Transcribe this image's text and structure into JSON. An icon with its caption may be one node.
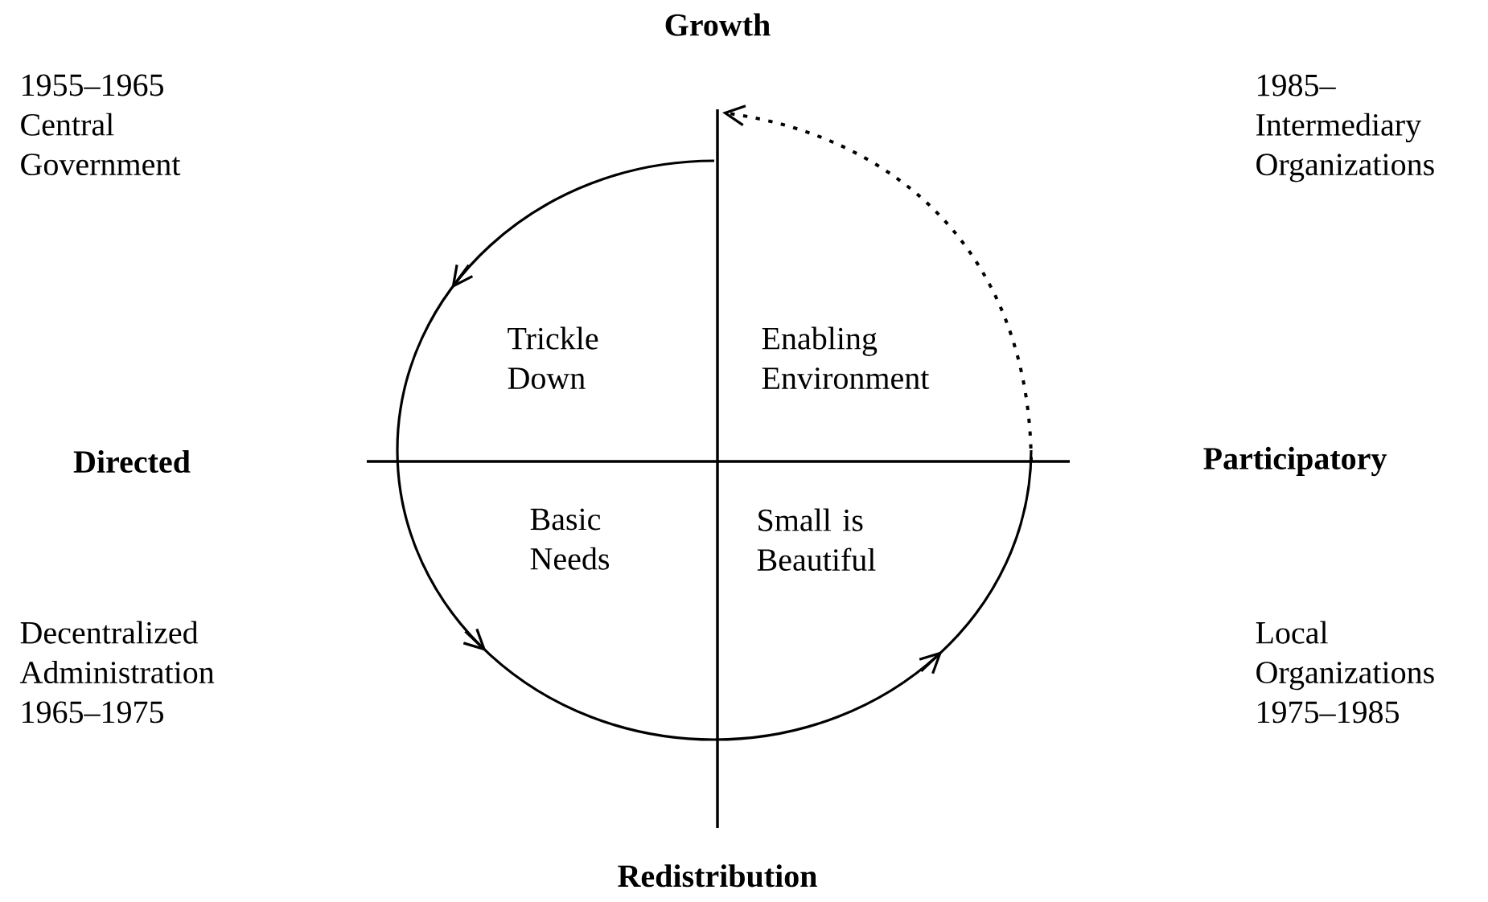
{
  "diagram": {
    "labels": [
      "Growth",
      "1955–1965 Central Government",
      "1985– Intermediary Organizations",
      "Trickle Down",
      "Enabling Environment",
      "Directed",
      "Participatory",
      "Basic Needs",
      "Small is Beautiful",
      "Decentralized Administration 1965–1975",
      "Local Organizations 1975–1985",
      "Redistribution"
    ]
  }
}
